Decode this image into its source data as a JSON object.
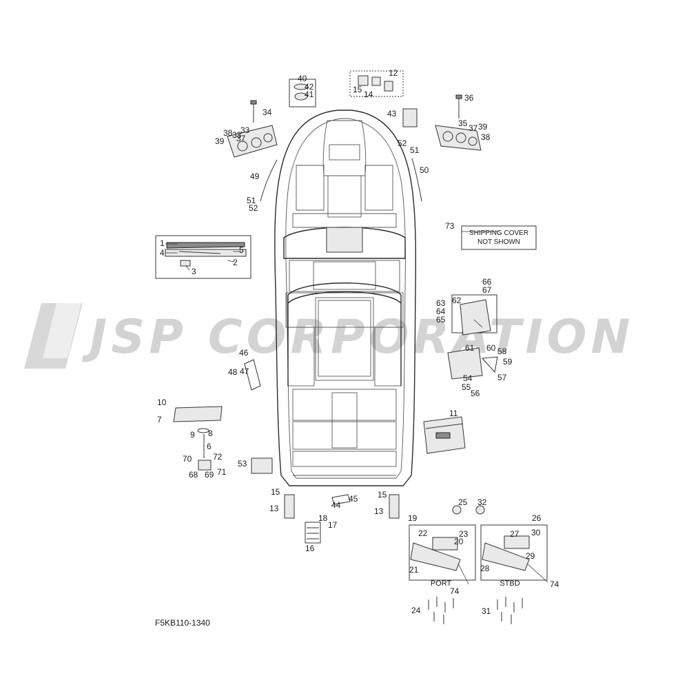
{
  "watermark": "JSP CORPORATION",
  "drawing_code": "F5KB110-1340",
  "shipping_note_line1": "SHIPPING COVER",
  "shipping_note_line2": "NOT SHOWN",
  "side_port": "PORT",
  "side_stbd": "STBD",
  "callouts": [
    "1",
    "2",
    "3",
    "4",
    "5",
    "6",
    "7",
    "8",
    "9",
    "10",
    "11",
    "12",
    "13",
    "13",
    "14",
    "15",
    "15",
    "15",
    "16",
    "17",
    "18",
    "19",
    "20",
    "21",
    "22",
    "23",
    "24",
    "25",
    "26",
    "27",
    "28",
    "29",
    "30",
    "31",
    "32",
    "33",
    "33",
    "34",
    "35",
    "36",
    "37",
    "37",
    "38",
    "38",
    "39",
    "39",
    "40",
    "41",
    "42",
    "43",
    "44",
    "45",
    "46",
    "47",
    "48",
    "49",
    "50",
    "51",
    "51",
    "52",
    "52",
    "53",
    "54",
    "55",
    "56",
    "57",
    "58",
    "59",
    "60",
    "61",
    "62",
    "63",
    "64",
    "65",
    "66",
    "67",
    "68",
    "69",
    "70",
    "71",
    "72",
    "73",
    "74",
    "74"
  ]
}
